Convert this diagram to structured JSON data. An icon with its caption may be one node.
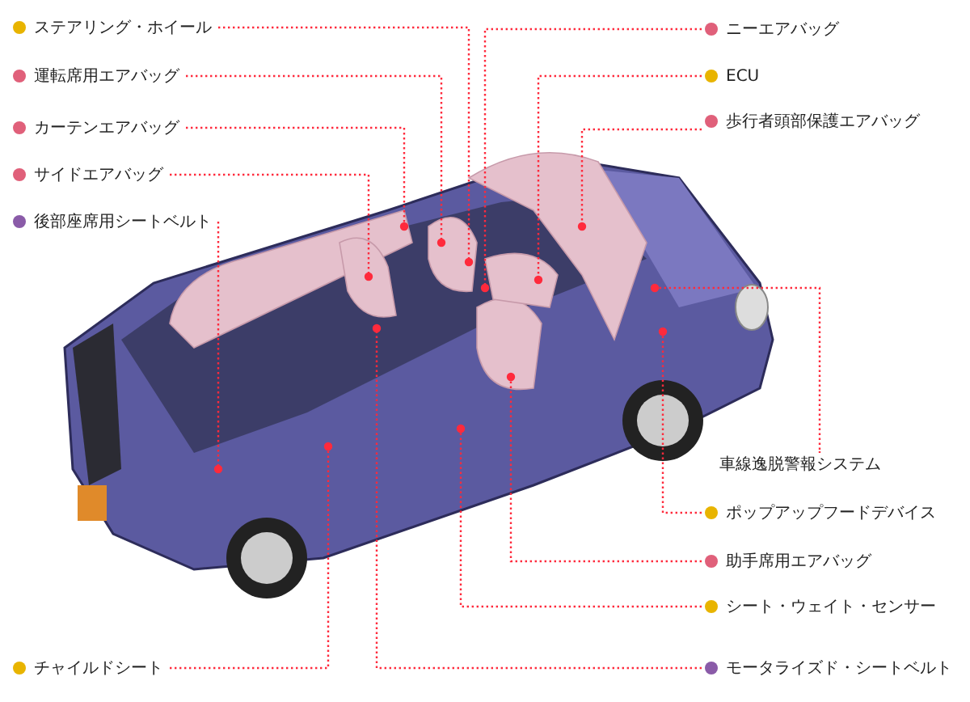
{
  "diagram": {
    "nodes": [
      {
        "text": [
          "ステアリング・ホイール"
        ]
      },
      {
        "text": [
          "運転席用エアバッグ"
        ]
      },
      {
        "text": [
          "カーテンエアバッグ"
        ]
      },
      {
        "text": [
          "サイドエアバッグ"
        ]
      },
      {
        "text": [
          "後部座席用シートベルト"
        ]
      },
      {
        "text": [
          "チャイルドシート"
        ]
      },
      {
        "text": [
          "ニーエアバッグ"
        ]
      },
      {
        "text": [
          "ECU"
        ]
      },
      {
        "text": [
          "歩行者頭部保護エアバッグ"
        ]
      },
      {
        "text": [
          "車線逸脱警報システム"
        ]
      },
      {
        "text": [
          "ポップアップフードデバイス"
        ]
      },
      {
        "text": [
          "助手席用エアバッグ"
        ]
      },
      {
        "text": [
          "シート・ウェイト・センサー"
        ]
      },
      {
        "text": [
          "モータライズド・シートベルト"
        ]
      }
    ],
    "edges": [
      {
        "from": 0,
        "to": null,
        "arrow": "other"
      },
      {
        "from": 1,
        "to": null,
        "arrow": "other"
      },
      {
        "from": 2,
        "to": null,
        "arrow": "other"
      },
      {
        "from": 3,
        "to": null,
        "arrow": "other"
      },
      {
        "from": 4,
        "to": null,
        "arrow": "other"
      },
      {
        "from": 5,
        "to": null,
        "arrow": "other"
      },
      {
        "from": 6,
        "to": null,
        "arrow": "other"
      },
      {
        "from": 7,
        "to": null,
        "arrow": "other"
      },
      {
        "from": 8,
        "to": null,
        "arrow": "other"
      },
      {
        "from": 9,
        "to": null,
        "arrow": "other"
      },
      {
        "from": 10,
        "to": null,
        "arrow": "other"
      },
      {
        "from": 11,
        "to": null,
        "arrow": "other"
      },
      {
        "from": 12,
        "to": null,
        "arrow": "other"
      },
      {
        "from": 13,
        "to": null,
        "arrow": "other"
      }
    ]
  }
}
